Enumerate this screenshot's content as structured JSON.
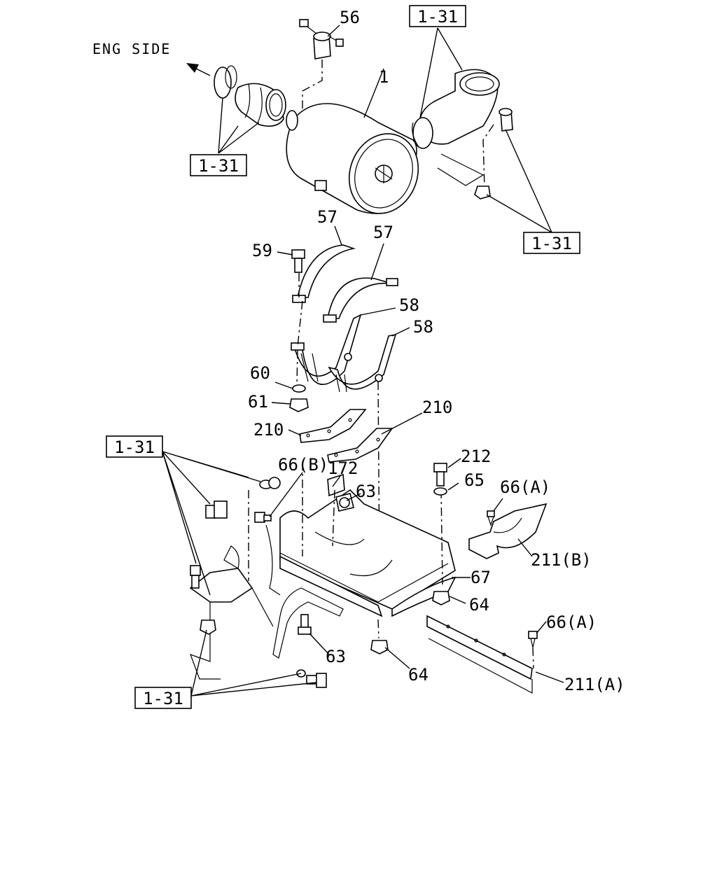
{
  "header": {
    "eng_side": "ENG SIDE"
  },
  "reference": "1-31",
  "callouts": {
    "c1": "1",
    "c56": "56",
    "c57a": "57",
    "c57b": "57",
    "c58a": "58",
    "c58b": "58",
    "c59": "59",
    "c60": "60",
    "c61": "61",
    "c210a": "210",
    "c210b": "210",
    "c66b": "66(B)",
    "c172": "172",
    "c63a": "63",
    "c212": "212",
    "c65": "65",
    "c66a1": "66(A)",
    "c211b": "211(B)",
    "c67": "67",
    "c64a": "64",
    "c63b": "63",
    "c64b": "64",
    "c66a2": "66(A)",
    "c211a": "211(A)"
  }
}
